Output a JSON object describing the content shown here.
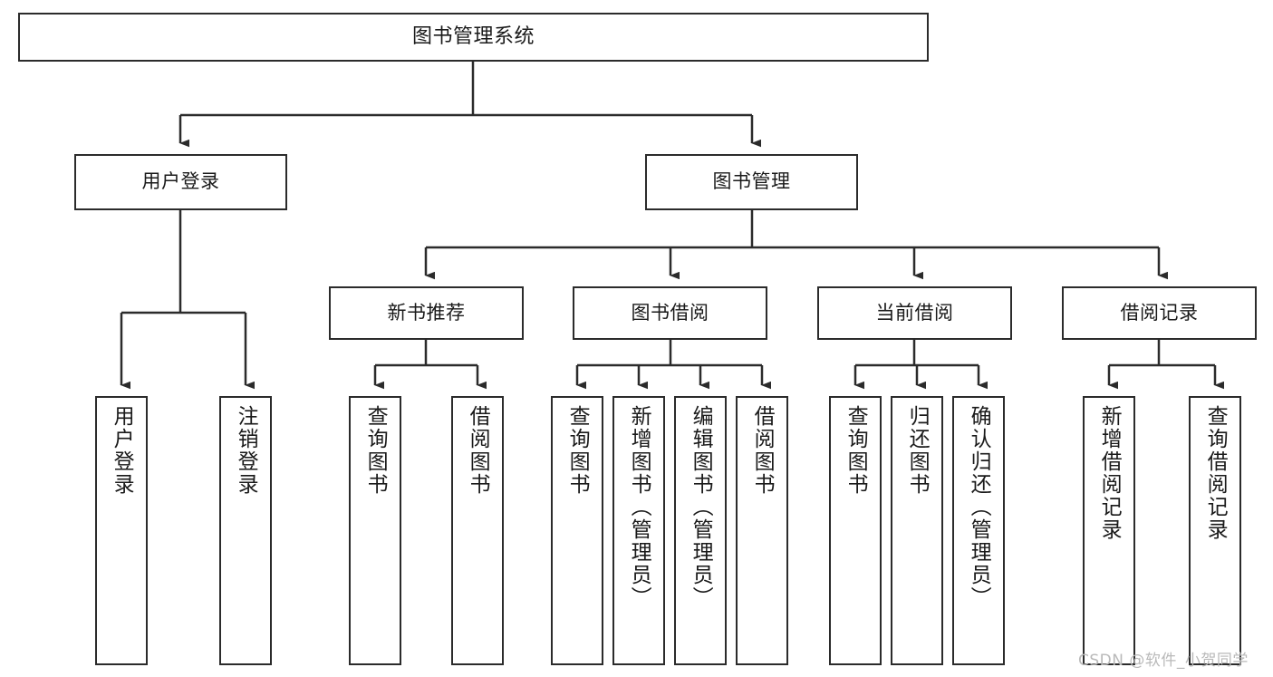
{
  "diagram": {
    "title": "图书管理系统",
    "watermark": "CSDN @软件_小贺同学",
    "colors": {
      "stroke": "#2b2b2b",
      "fill": "#ffffff",
      "text": "#1a1a1a",
      "watermark": "#b9b9b9"
    },
    "nodes": {
      "root": {
        "label": "图书管理系统"
      },
      "level1": [
        {
          "label": "用户登录"
        },
        {
          "label": "图书管理"
        }
      ],
      "level2": [
        {
          "label": "新书推荐"
        },
        {
          "label": "图书借阅"
        },
        {
          "label": "当前借阅"
        },
        {
          "label": "借阅记录"
        }
      ],
      "leaves": {
        "user_login": [
          {
            "label": "用户登录"
          },
          {
            "label": "注销登录"
          }
        ],
        "new_book_recommend": [
          {
            "label": "查询图书"
          },
          {
            "label": "借阅图书"
          }
        ],
        "book_borrow": [
          {
            "label": "查询图书"
          },
          {
            "label": "新增图书（管理员）"
          },
          {
            "label": "编辑图书（管理员）"
          },
          {
            "label": "借阅图书"
          }
        ],
        "current_borrow": [
          {
            "label": "查询图书"
          },
          {
            "label": "归还图书"
          },
          {
            "label": "确认归还（管理员）"
          }
        ],
        "borrow_record": [
          {
            "label": "新增借阅记录"
          },
          {
            "label": "查询借阅记录"
          }
        ]
      }
    }
  }
}
